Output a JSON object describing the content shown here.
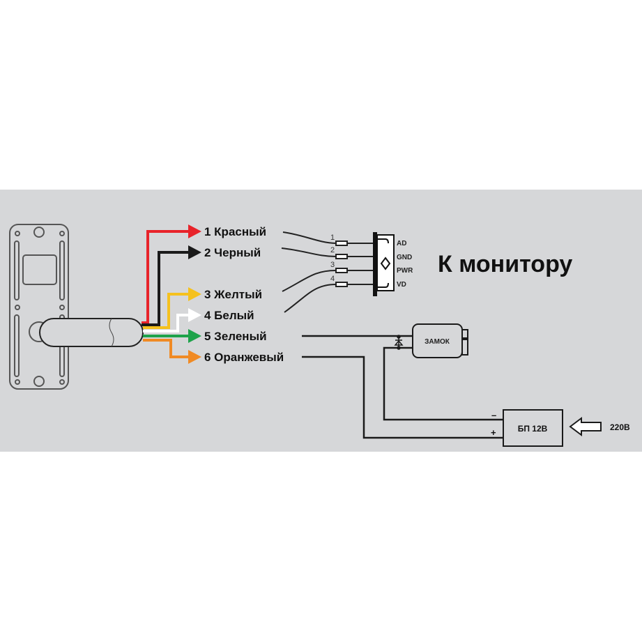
{
  "title": "К монитору",
  "wires": [
    {
      "label": "1 Красный",
      "color": "#e8232a"
    },
    {
      "label": "2 Черный",
      "color": "#1a1a1a"
    },
    {
      "label": "3 Желтый",
      "color": "#f5c11e"
    },
    {
      "label": "4 Белый",
      "color": "#ffffff"
    },
    {
      "label": "5 Зеленый",
      "color": "#1ea34a"
    },
    {
      "label": "6 Оранжевый",
      "color": "#f08a24"
    }
  ],
  "connector": {
    "pin_numbers": [
      "1",
      "2",
      "3",
      "4"
    ],
    "pins": [
      "AD",
      "GND",
      "PWR",
      "VD"
    ]
  },
  "lock": {
    "label": "ЗАМОК"
  },
  "power_supply": {
    "label": "БП 12В",
    "minus": "–",
    "plus": "+",
    "input": "220В"
  },
  "colors": {
    "panel": "#d6d7d9",
    "line": "#1a1a1a"
  }
}
